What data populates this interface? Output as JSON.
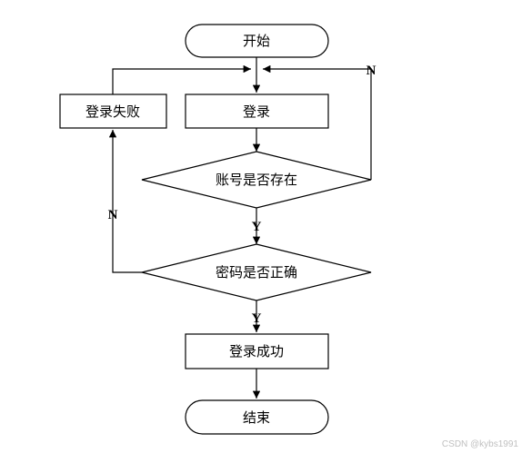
{
  "nodes": {
    "start": "开始",
    "login": "登录",
    "login_failed": "登录失败",
    "account_check": "账号是否存在",
    "password_check": "密码是否正确",
    "login_success": "登录成功",
    "end": "结束"
  },
  "edge_labels": {
    "account_no": "N",
    "account_yes": "Y",
    "password_no": "N",
    "password_yes": "Y"
  },
  "watermark": "CSDN @kybs1991"
}
